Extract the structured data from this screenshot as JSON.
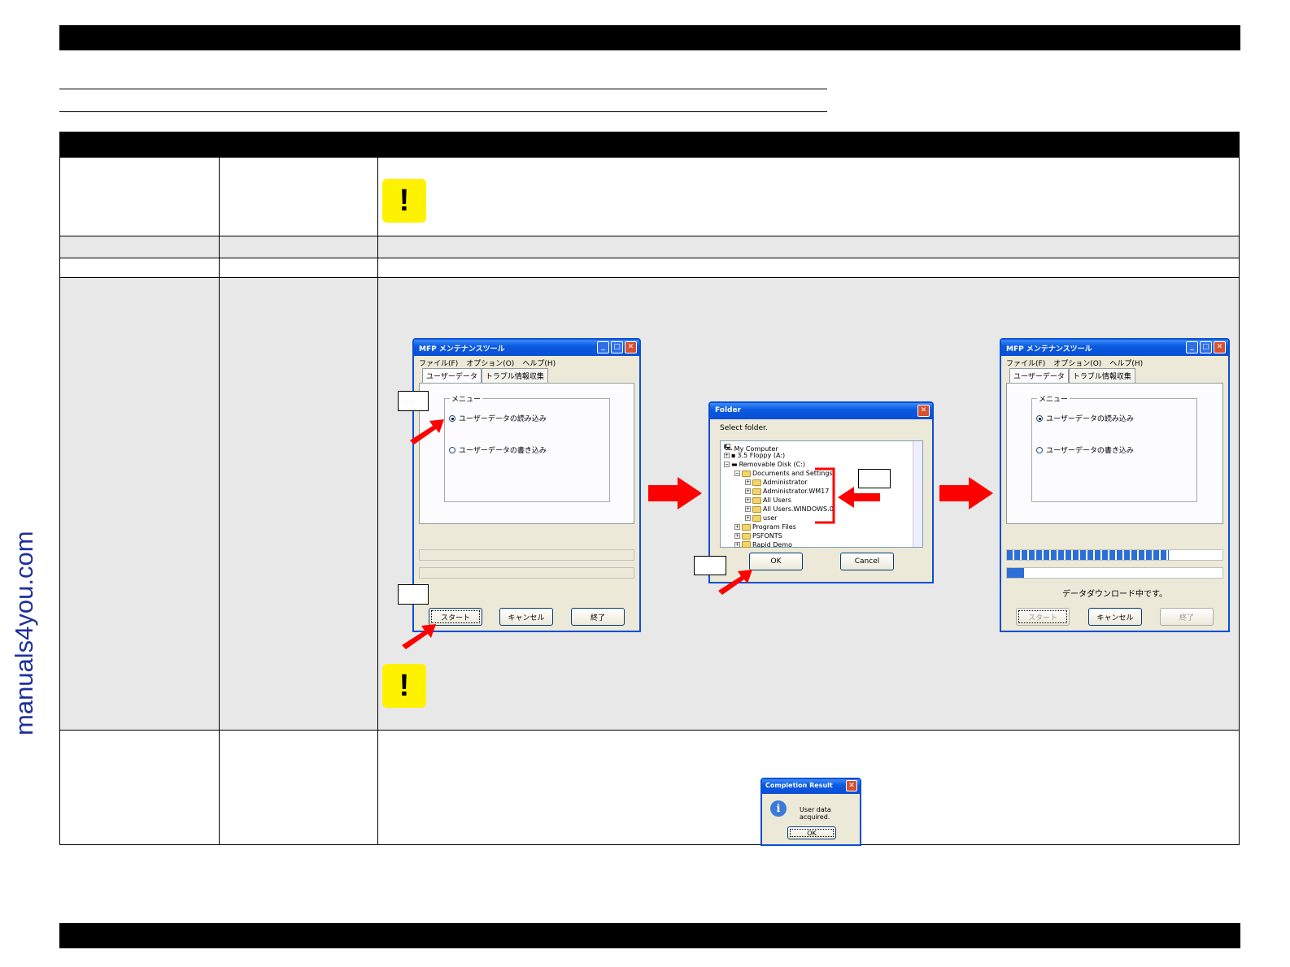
{
  "watermark": "manuals4you.com",
  "caution_mark": "!",
  "dialog1": {
    "title": "MFP メンテナンスツール",
    "menu": [
      "ファイル(F)",
      "オプション(O)",
      "ヘルプ(H)"
    ],
    "tabs": [
      "ユーザーデータ",
      "トラブル情報収集"
    ],
    "group_label": "メニュー",
    "radio_read": "ユーザーデータの読み込み",
    "radio_write": "ユーザーデータの書き込み",
    "btn_start": "スタート",
    "btn_cancel": "キャンセル",
    "btn_exit": "終了"
  },
  "dialog2": {
    "title": "Folder",
    "prompt": "Select folder.",
    "tree": [
      "My Computer",
      "3.5 Floppy (A:)",
      "Removable Disk (C:)",
      "Documents and Settings",
      "Administrator",
      "Administrator.WM17",
      "All Users",
      "All Users.WINDOWS.0",
      "user",
      "Program Files",
      "PSFONTS",
      "Rapid Demo"
    ],
    "btn_ok": "OK",
    "btn_cancel": "Cancel"
  },
  "dialog3": {
    "title": "MFP メンテナンスツール",
    "menu": [
      "ファイル(F)",
      "オプション(O)",
      "ヘルプ(H)"
    ],
    "tabs": [
      "ユーザーデータ",
      "トラブル情報収集"
    ],
    "group_label": "メニュー",
    "radio_read": "ユーザーデータの読み込み",
    "radio_write": "ユーザーデータの書き込み",
    "status": "データダウンロード中です。",
    "progress_main": 0.75,
    "progress_sub": 0.08,
    "btn_start": "スタート",
    "btn_cancel": "キャンセル",
    "btn_exit": "終了"
  },
  "dialog4": {
    "title": "Completion Result",
    "message": "User data acquired.",
    "btn_ok": "OK"
  },
  "colors": {
    "arrow": "#ff0000",
    "caution": "#fff200",
    "xp_blue": "#0a4fd4"
  }
}
